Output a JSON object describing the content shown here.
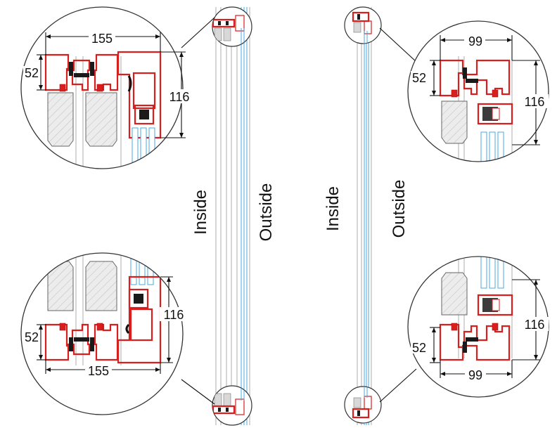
{
  "labels": {
    "inside_left": "Inside",
    "outside_left": "Outside",
    "inside_right": "Inside",
    "outside_right": "Outside"
  },
  "dimensions": {
    "top_left_width": "155",
    "top_left_height_small": "52",
    "top_left_height_large": "116",
    "bottom_left_width": "155",
    "bottom_left_height_small": "52",
    "bottom_left_height_large": "116",
    "top_right_width": "99",
    "top_right_height_small": "52",
    "top_right_height_large": "116",
    "bottom_right_width": "99",
    "bottom_right_height_small": "52",
    "bottom_right_height_large": "116"
  },
  "colors": {
    "profile": "#d91e1e",
    "gasket": "#1a1a1a",
    "glass": "#4aa8e0",
    "panel": "#e6e6e6",
    "outline": "#666666"
  }
}
